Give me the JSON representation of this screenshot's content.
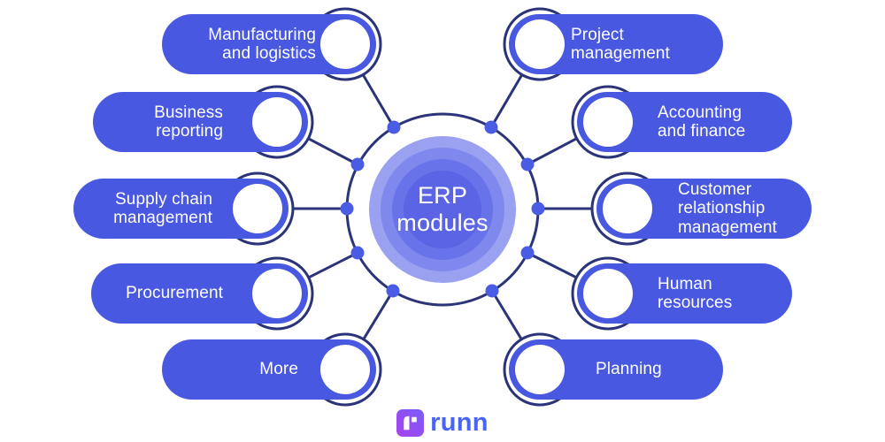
{
  "diagram": {
    "hub": {
      "label": "ERP\nmodules"
    },
    "nodes": [
      {
        "id": "manufacturing-and-logistics",
        "label": "Manufacturing\nand logistics",
        "side": "left"
      },
      {
        "id": "business-reporting",
        "label": "Business\nreporting",
        "side": "left"
      },
      {
        "id": "supply-chain-management",
        "label": "Supply chain\nmanagement",
        "side": "left"
      },
      {
        "id": "procurement",
        "label": "Procurement",
        "side": "left"
      },
      {
        "id": "more",
        "label": "More",
        "side": "left"
      },
      {
        "id": "project-management",
        "label": "Project\nmanagement",
        "side": "right"
      },
      {
        "id": "accounting-and-finance",
        "label": "Accounting\nand finance",
        "side": "right"
      },
      {
        "id": "customer-relationship-management",
        "label": "Customer\nrelationship\nmanagement",
        "side": "right"
      },
      {
        "id": "human-resources",
        "label": "Human\nresources",
        "side": "right"
      },
      {
        "id": "planning",
        "label": "Planning",
        "side": "right"
      }
    ]
  },
  "footer": {
    "brand": "runn"
  },
  "colors": {
    "background": "#ffffff",
    "pill_fill": "#4858e0",
    "outline_navy": "#2b3379",
    "connector_dot": "#4a5ce4",
    "hub_rings": [
      "#9aa1f1",
      "#7f88ed",
      "#6973e9",
      "#5a64e5"
    ],
    "text_on_pill": "#ffffff",
    "brand_text": "#4865f6",
    "logo_gradient": [
      "#7b5bfa",
      "#a843ee"
    ]
  }
}
